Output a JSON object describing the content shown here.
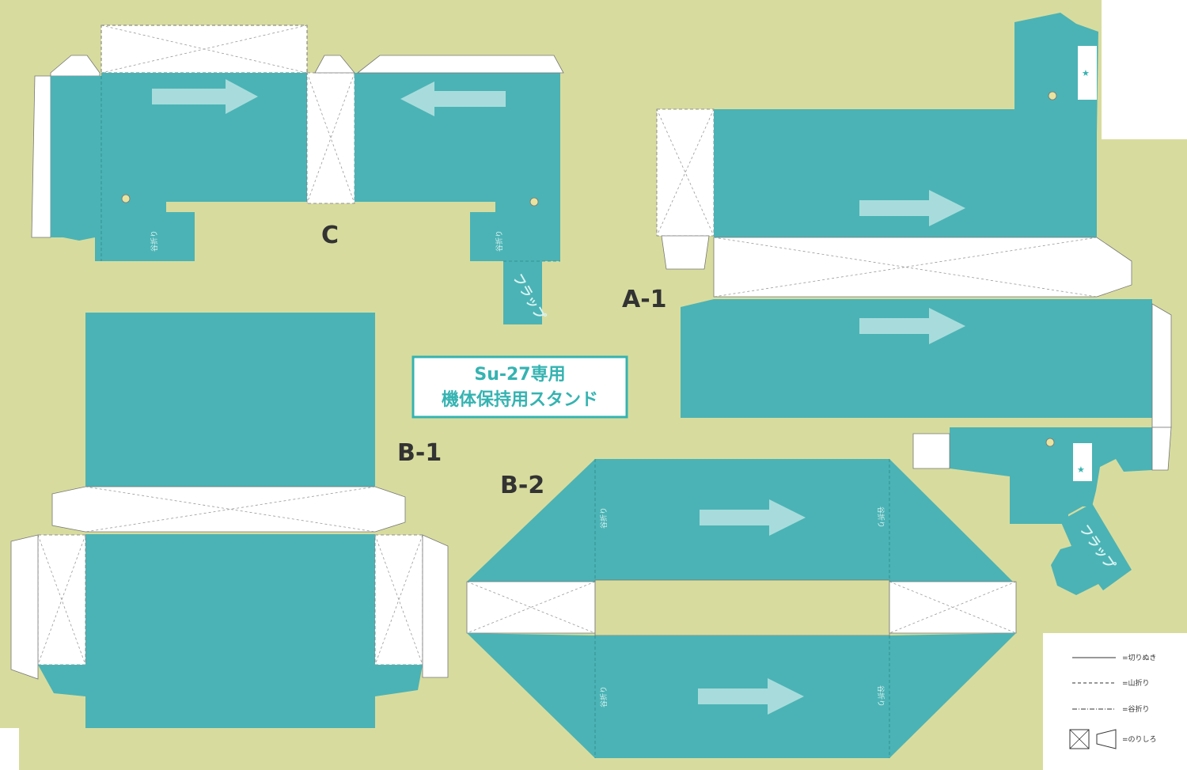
{
  "colors": {
    "background": "#d7dc9e",
    "panel": "#4bb3b5",
    "glue": "#ffffff",
    "arrow": "#a8dcdc",
    "accent": "#35b3b1"
  },
  "title": {
    "line1": "Su-27専用",
    "line2": "機体保持用スタンド"
  },
  "pieces": {
    "c": "C",
    "a1": "A-1",
    "b1": "B-1",
    "b2": "B-2"
  },
  "labels": {
    "valley_fold": "谷折り",
    "flap": "フラップ",
    "star": "★"
  },
  "legend": {
    "cut": "=切りぬき",
    "mountain_fold": "=山折り",
    "valley_fold": "=谷折り",
    "glue_area": "=のりしろ"
  },
  "icons": {
    "arrow": "arrow-icon",
    "hole": "hole-icon",
    "glue": "glue-area-icon"
  }
}
